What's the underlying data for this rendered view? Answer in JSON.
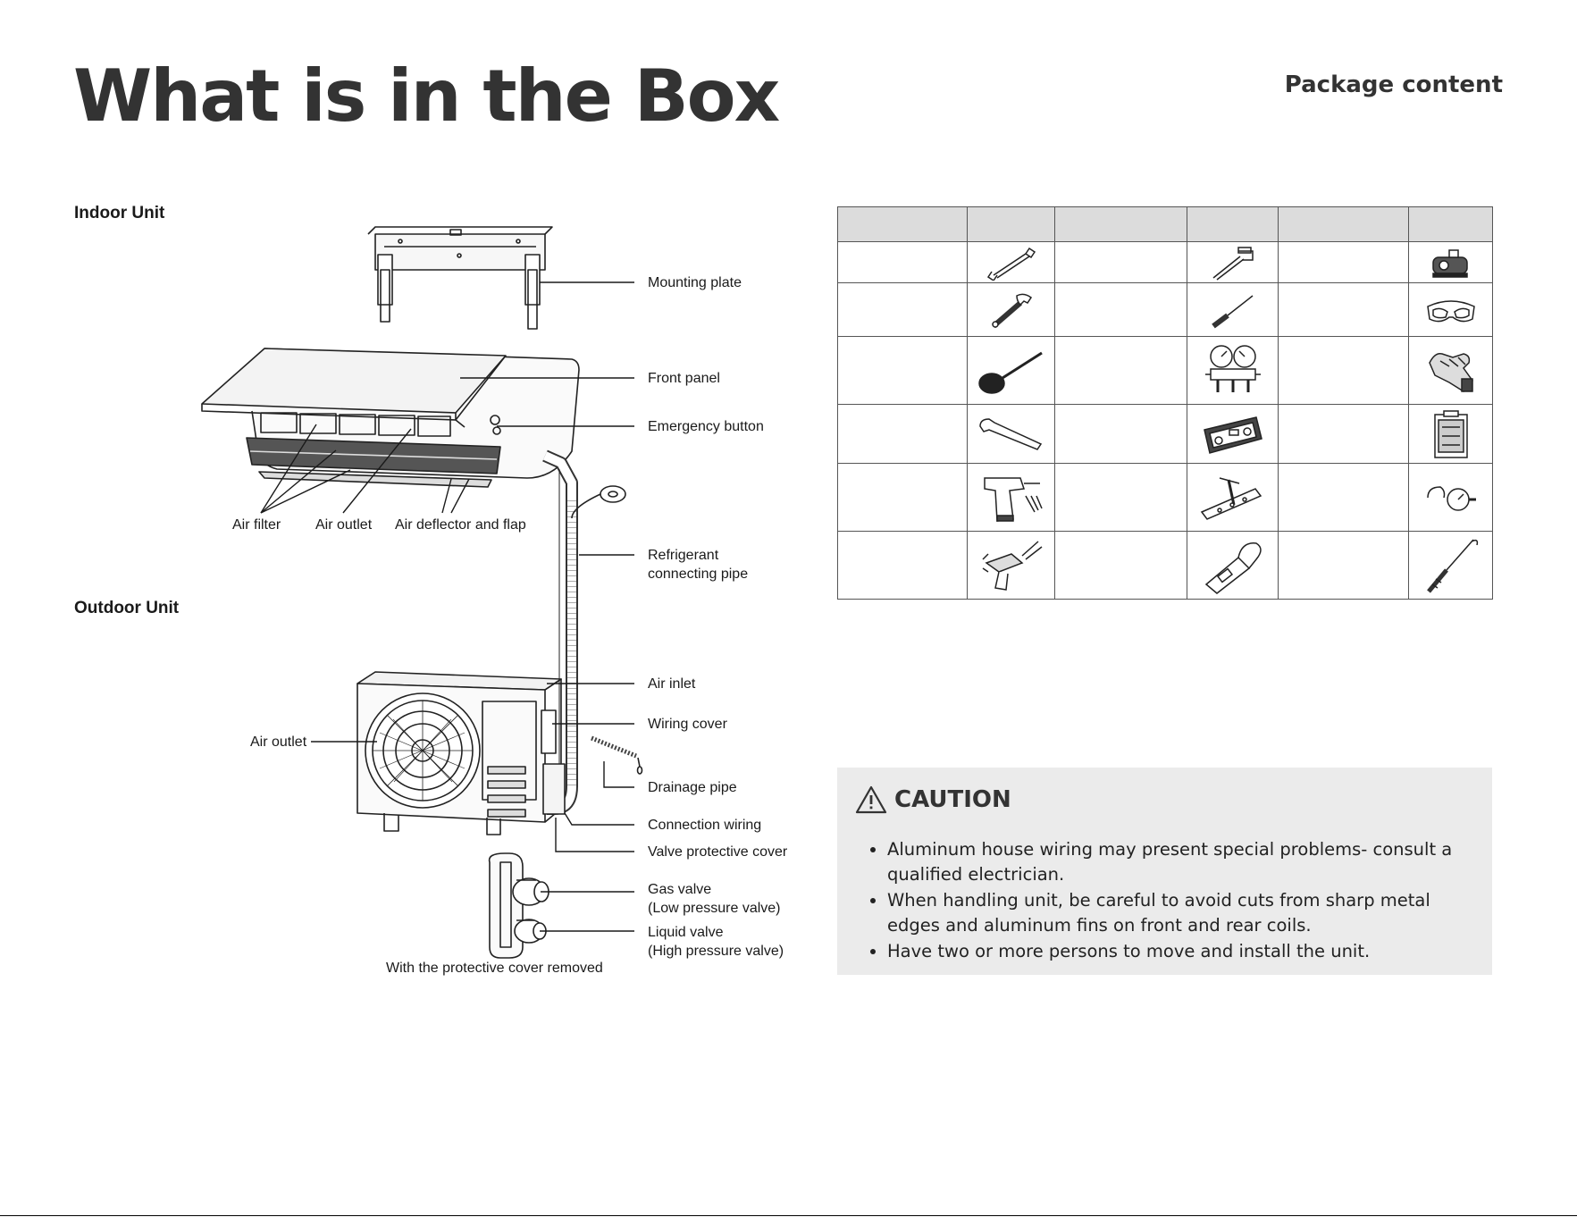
{
  "header": {
    "title": "What is in the Box",
    "package_content": "Package content"
  },
  "sections": {
    "indoor": "Indoor Unit",
    "outdoor": "Outdoor Unit"
  },
  "indoor_labels": {
    "mounting_plate": "Mounting plate",
    "front_panel": "Front panel",
    "emergency_button": "Emergency button",
    "air_filter": "Air filter",
    "air_outlet": "Air outlet",
    "air_deflector": "Air deflector and flap",
    "refrigerant_1": "Refrigerant",
    "refrigerant_2": "connecting pipe"
  },
  "outdoor_labels": {
    "air_inlet": "Air inlet",
    "wiring_cover": "Wiring cover",
    "air_outlet": "Air outlet",
    "drainage_pipe": "Drainage pipe",
    "connection_wiring": "Connection wiring",
    "valve_cover": "Valve protective cover",
    "gas_valve_1": "Gas valve",
    "gas_valve_2": "(Low pressure valve)",
    "liquid_valve_1": "Liquid valve",
    "liquid_valve_2": "(High pressure valve)",
    "cover_removed": "With the protective cover removed"
  },
  "tools_table": {
    "rows": [
      [
        "wrench-icon",
        "pipe-wrench-icon",
        "vacuum-pump-icon"
      ],
      [
        "adjustable-wrench-icon",
        "screwdriver-icon",
        "safety-goggles-icon"
      ],
      [
        "blower-bulb-icon",
        "manifold-gauge-icon",
        "work-gloves-icon"
      ],
      [
        "hex-key-icon",
        "spirit-level-icon",
        "tool-case-icon"
      ],
      [
        "cordless-drill-icon",
        "flaring-tool-icon",
        "torque-gauge-icon"
      ],
      [
        "hammer-drill-icon",
        "clamp-meter-icon",
        "brazing-torch-icon"
      ]
    ]
  },
  "caution": {
    "title": "CAUTION",
    "items": [
      "Aluminum house wiring may present special problems- consult a qualified electrician.",
      "When handling unit, be careful to avoid cuts from sharp metal edges and aluminum fins on front and rear coils.",
      "Have two or more persons to move and install the unit."
    ]
  }
}
